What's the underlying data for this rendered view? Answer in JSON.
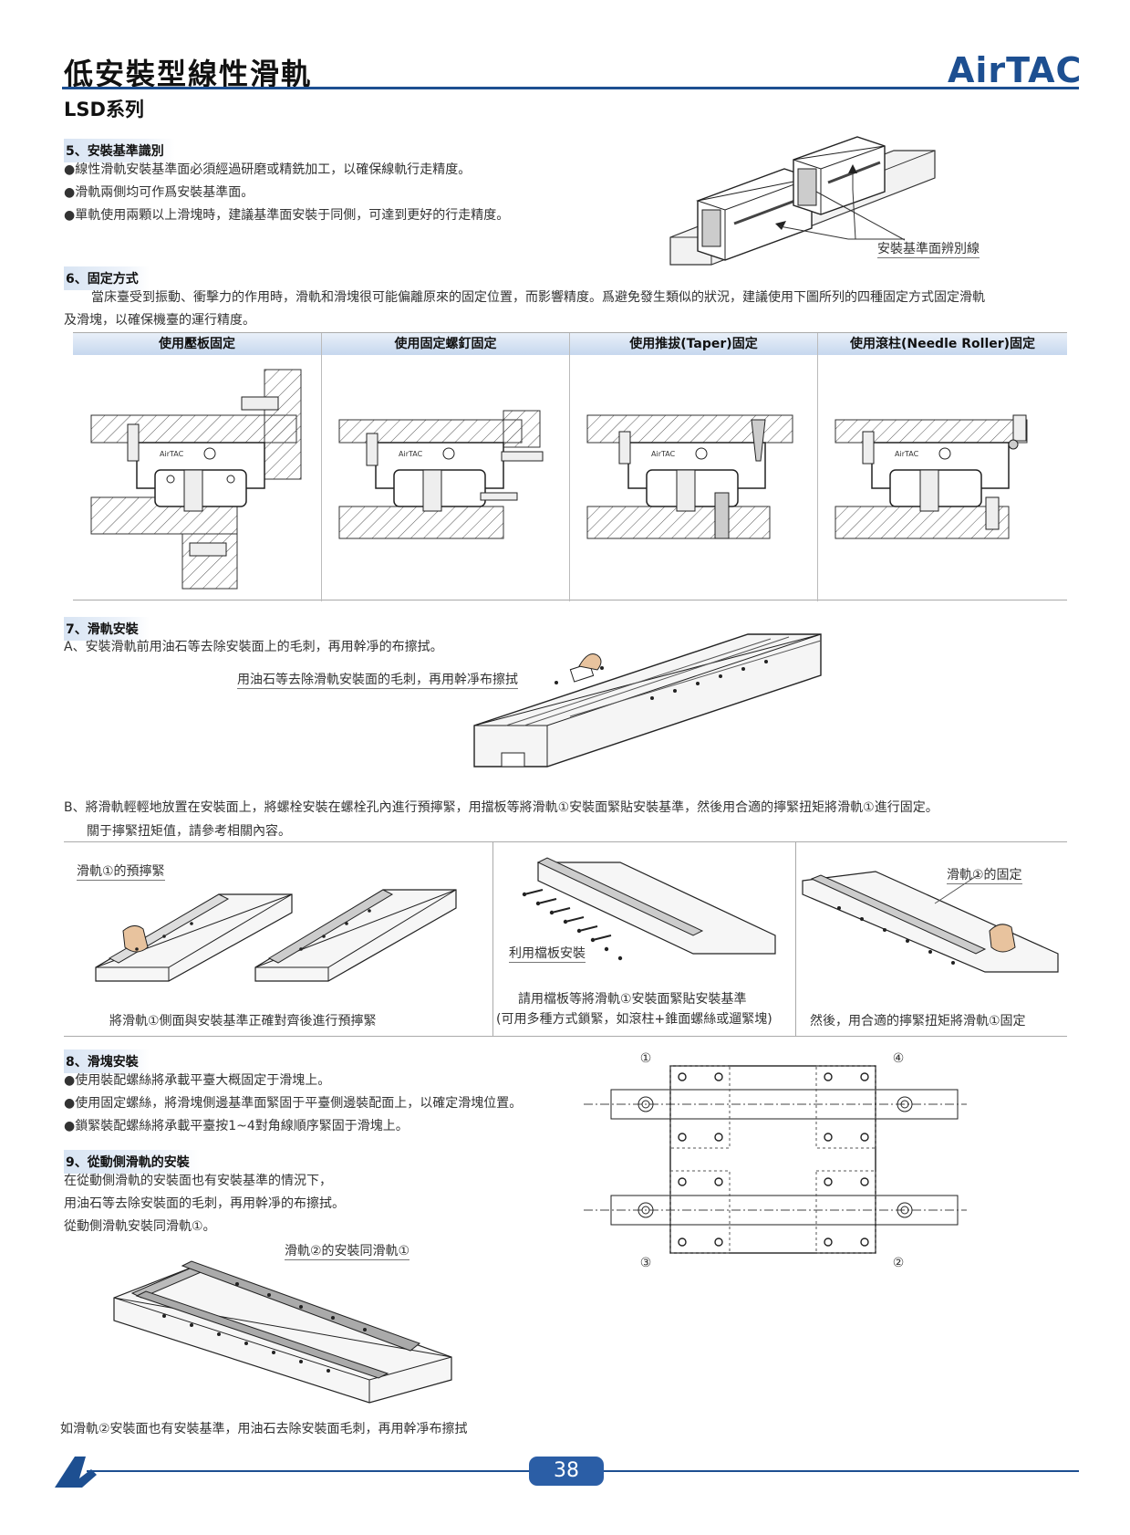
{
  "header": {
    "title": "低安裝型線性滑軌",
    "series": "LSD系列",
    "brand": "AirTAC"
  },
  "sec5": {
    "heading": "5、安裝基準識別",
    "bullets": [
      "●線性滑軌安裝基準面必須經過研磨或精銑加工，以確保線軌行走精度。",
      "●滑軌兩側均可作爲安裝基準面。",
      "●單軌使用兩顆以上滑塊時，建議基準面安裝于同側，可達到更好的行走精度。"
    ],
    "callout": "安裝基準面辨別線"
  },
  "sec6": {
    "heading": "6、固定方式",
    "para_line1": "當床臺受到振動、衝擊力的作用時，滑軌和滑塊很可能偏離原來的固定位置，而影響精度。爲避免發生類似的狀況，建議使用下圖所列的四種固定方式固定滑軌",
    "para_line2": "及滑塊，以確保機臺的運行精度。",
    "columns": [
      "使用壓板固定",
      "使用固定螺釘固定",
      "使用推拔(Taper)固定",
      "使用滾柱(Needle Roller)固定"
    ]
  },
  "sec7": {
    "heading": "7、滑軌安裝",
    "step_a": "A、安裝滑軌前用油石等去除安裝面上的毛刺，再用幹凈的布擦拭。",
    "callout_a": "用油石等去除滑軌安裝面的毛刺，再用幹凈布擦拭",
    "step_b_line1": "B、將滑軌輕輕地放置在安裝面上，將螺栓安裝在螺栓孔內進行預擰緊，用擋板等將滑軌①安裝面緊貼安裝基準，然後用合適的擰緊扭矩將滑軌①進行固定。",
    "step_b_line2": "關于擰緊扭矩值，請參考相關內容。",
    "label_pre": "滑軌①的預擰緊",
    "label_block": "利用檔板安裝",
    "label_fix": "滑軌①的固定",
    "cap1": "將滑軌①側面與安裝基準正確對齊後進行預擰緊",
    "cap2_line1": "請用檔板等將滑軌①安裝面緊貼安裝基準",
    "cap2_line2": "(可用多種方式鎖緊，如滾柱+錐面螺絲或遛緊塊)",
    "cap3": "然後，用合適的擰緊扭矩將滑軌①固定"
  },
  "sec8": {
    "heading": "8、滑塊安裝",
    "bullets": [
      "●使用裝配螺絲將承載平臺大概固定于滑塊上。",
      "●使用固定螺絲，將滑塊側邊基準面緊固于平臺側邊裝配面上，以確定滑塊位置。",
      "●鎖緊裝配螺絲將承載平臺按1~4對角線順序緊固于滑塊上。"
    ],
    "corner_labels": [
      "①",
      "④",
      "③",
      "②"
    ]
  },
  "sec9": {
    "heading": "9、從動側滑軌的安裝",
    "lines": [
      "在從動側滑軌的安裝面也有安裝基準的情況下，",
      "用油石等去除安裝面的毛刺，再用幹凈的布擦拭。",
      "從動側滑軌安裝同滑軌①。"
    ],
    "callout": "滑軌②的安裝同滑軌①",
    "caption": "如滑軌②安裝面也有安裝基準，用油石去除安裝面毛刺，再用幹凈布擦拭"
  },
  "footer": {
    "page": "38"
  }
}
